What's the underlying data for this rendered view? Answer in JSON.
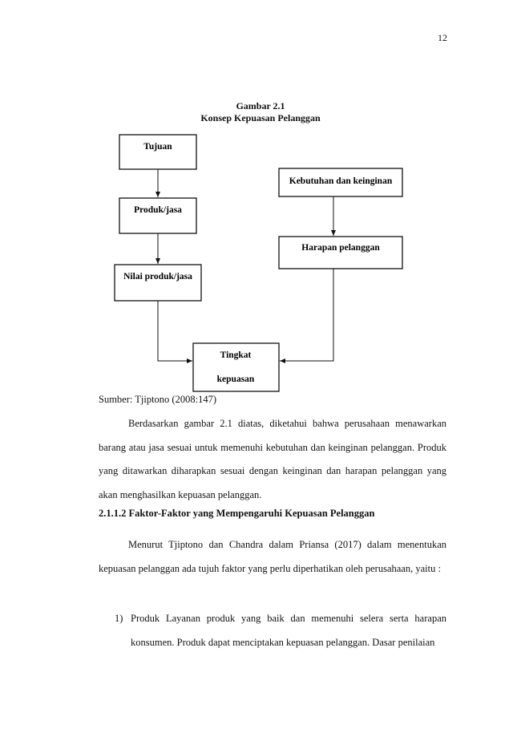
{
  "page_number": "12",
  "figure": {
    "label": "Gambar 2.1",
    "title": "Konsep Kepuasan Pelanggan",
    "nodes": {
      "tujuan": "Tujuan",
      "produk": "Produk/jasa",
      "nilai": "Nilai produk/jasa",
      "kebutuhan": "Kebutuhan dan keinginan",
      "harapan": "Harapan pelanggan",
      "tingkat_line1": "Tingkat",
      "tingkat_line2": "kepuasan"
    }
  },
  "source": "Sumber: Tjiptono (2008:147)",
  "paragraph1": "Berdasarkan gambar 2.1 diatas, diketahui bahwa perusahaan menawarkan barang atau jasa sesuai untuk memenuhi kebutuhan dan keinginan pelanggan. Produk yang ditawarkan diharapkan sesuai dengan keinginan dan harapan pelanggan yang akan menghasilkan kepuasan pelanggan.",
  "section_heading": "2.1.1.2 Faktor-Faktor yang Mempengaruhi Kepuasan Pelanggan",
  "paragraph2": "Menurut Tjiptono dan Chandra dalam Priansa (2017) dalam menentukan kepuasan pelanggan ada tujuh faktor yang perlu diperhatikan oleh perusahaan, yaitu :",
  "list": [
    {
      "number": "1)",
      "text": "Produk Layanan produk yang baik dan memenuhi selera serta harapan konsumen. Produk dapat menciptakan kepuasan pelanggan. Dasar penilaian"
    }
  ]
}
